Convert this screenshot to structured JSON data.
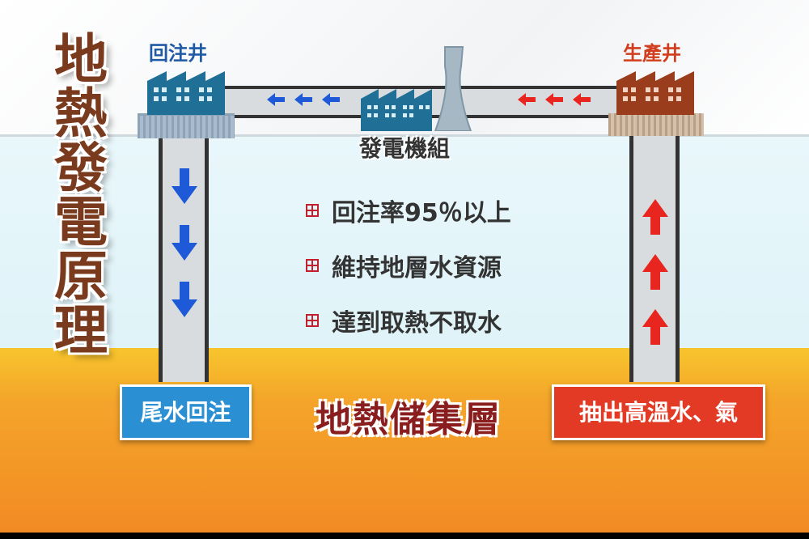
{
  "title": "地熱發電原理",
  "wells": {
    "injection": "回注井",
    "production": "生產井"
  },
  "generator": "發電機組",
  "notes": [
    "回注率95％以上",
    "維持地層水資源",
    "達到取熱不取水"
  ],
  "labels": {
    "tailwater": "尾水回注",
    "reservoir": "地熱儲集層",
    "extraction": "抽出高溫水、氣"
  },
  "colors": {
    "injection_blue": "#1e5ad8",
    "production_red": "#e8251e",
    "title_brown": "#7a3a1d",
    "reservoir_orange": "#f28a24"
  },
  "icons": {
    "injection_factory": "factory-icon",
    "production_factory": "factory-icon",
    "generator_factory": "factory-icon",
    "cooling_tower": "cooling-tower-icon",
    "bullet": "plus-box-icon"
  }
}
